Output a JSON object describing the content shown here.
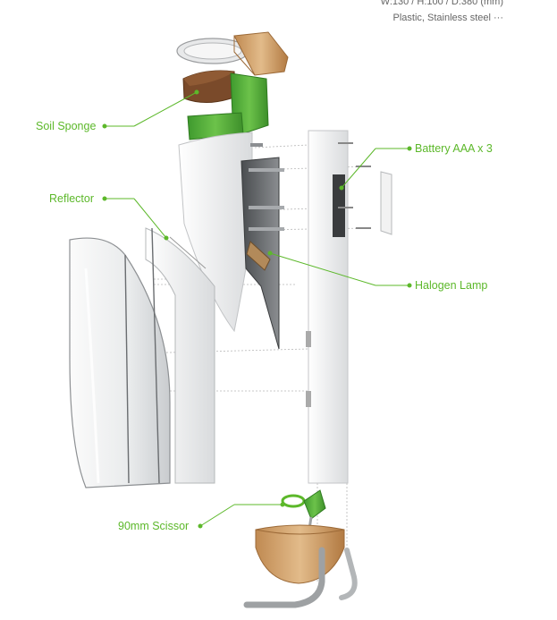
{
  "specs": {
    "dimensions": "W:130 / H:100 / D:380 (mm)",
    "materials": "Plastic, Stainless steel ···"
  },
  "callouts": {
    "soil_sponge": "Soil Sponge",
    "reflector": "Reflector",
    "battery": "Battery AAA x 3",
    "halogen_lamp": "Halogen Lamp",
    "scissor": "90mm Scissor"
  },
  "colors": {
    "accent_green": "#5cb82a",
    "wood": "#c9955c",
    "cork": "#7a4a2a",
    "steel": "#9ea1a3"
  }
}
